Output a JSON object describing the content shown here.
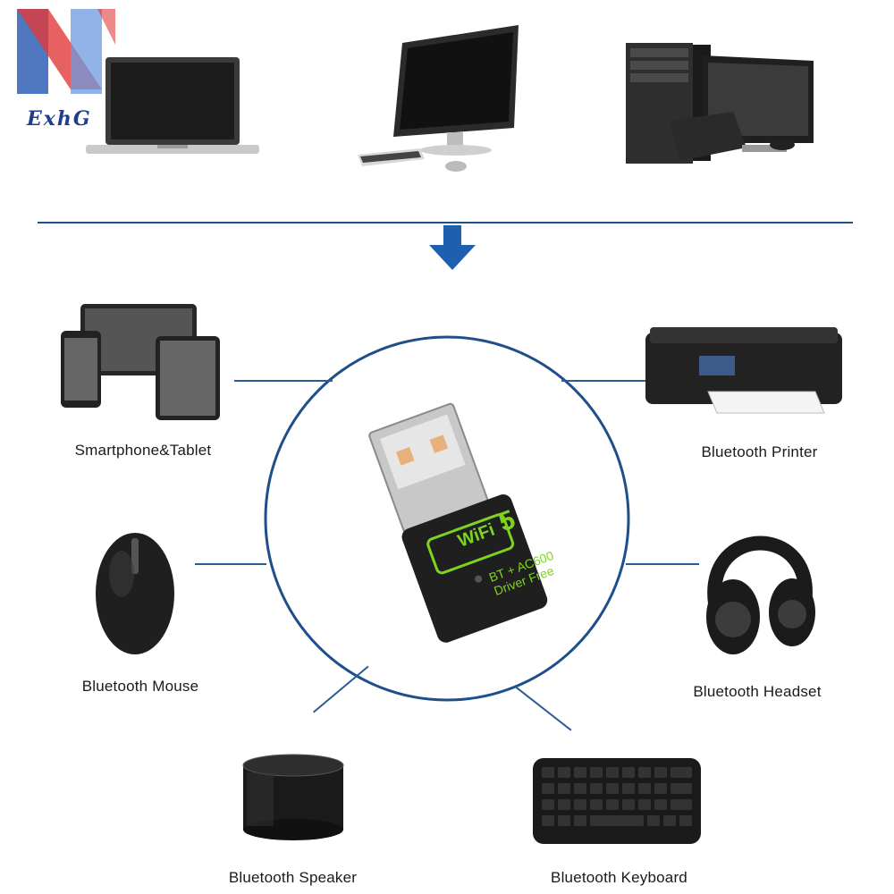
{
  "logo": {
    "letters": "N",
    "text": "ExhG"
  },
  "top_devices": [
    {
      "name": "laptop"
    },
    {
      "name": "all-in-one-desktop"
    },
    {
      "name": "desktop-tower-pc"
    }
  ],
  "adapter": {
    "badge_top": "WiFi",
    "badge_number": "5",
    "line1": "BT + AC600",
    "line2": "Driver Free"
  },
  "devices": {
    "smartphone_tablet": "Smartphone&Tablet",
    "printer": "Bluetooth Printer",
    "mouse": "Bluetooth Mouse",
    "headset": "Bluetooth Headset",
    "speaker": "Bluetooth Speaker",
    "keyboard": "Bluetooth Keyboard"
  },
  "colors": {
    "line_blue": "#1f4f8a",
    "arrow_blue": "#1e5fb0",
    "adapter_green": "#7ed321"
  }
}
